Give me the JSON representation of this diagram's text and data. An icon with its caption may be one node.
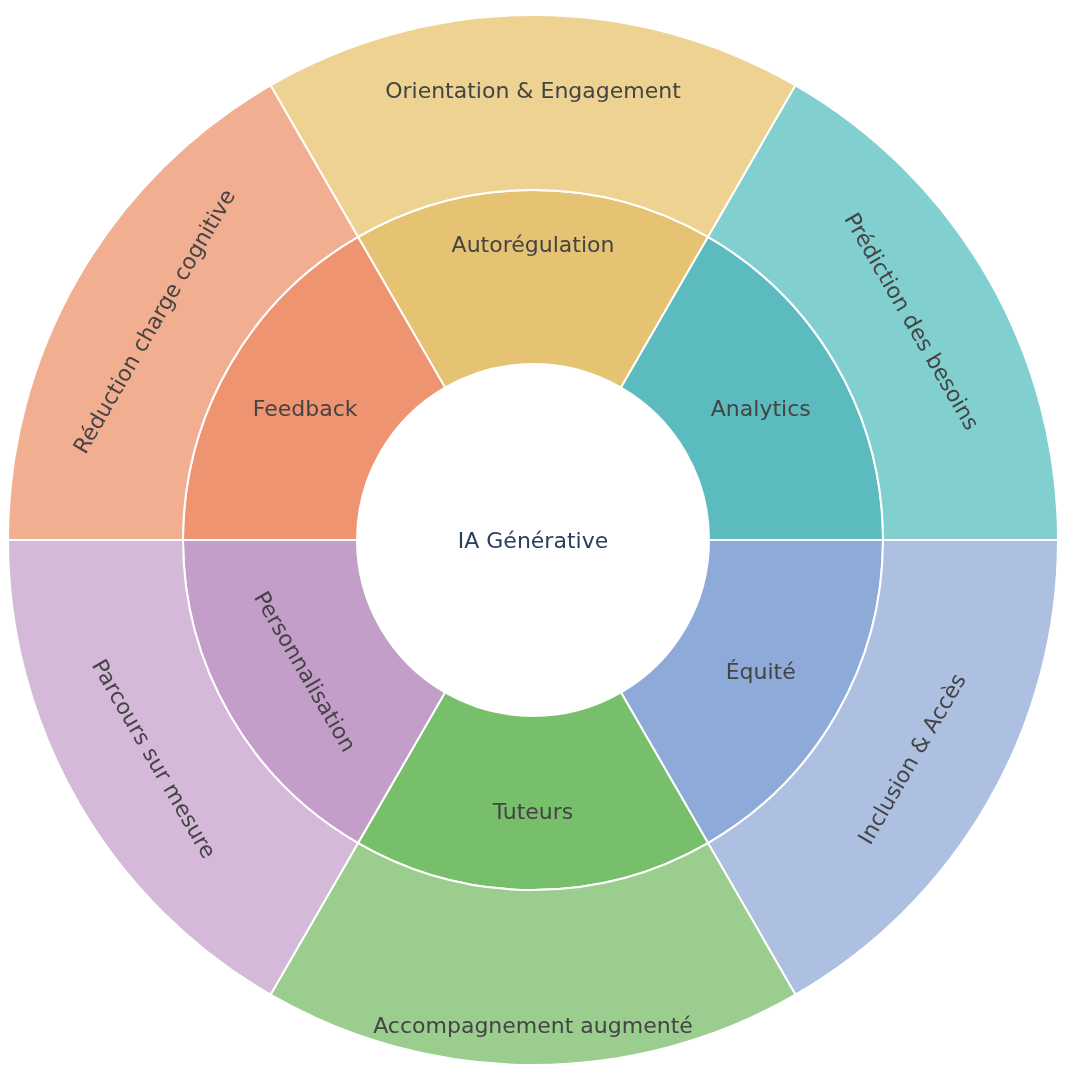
{
  "diagram": {
    "nodes": [
      {
        "text": [
          "IA Générative"
        ]
      },
      {
        "text": [
          "Autorégulation"
        ]
      },
      {
        "text": [
          "Analytics"
        ]
      },
      {
        "text": [
          "Équité"
        ]
      },
      {
        "text": [
          "Tuteurs"
        ]
      },
      {
        "text": [
          "Personnalisation"
        ]
      },
      {
        "text": [
          "Feedback"
        ]
      },
      {
        "text": [
          "Orientation & Engagement"
        ]
      },
      {
        "text": [
          "Prédiction des besoins"
        ]
      },
      {
        "text": [
          "Inclusion & Accès"
        ]
      },
      {
        "text": [
          "Accompagnement augmenté"
        ]
      },
      {
        "text": [
          "Parcours sur mesure"
        ]
      },
      {
        "text": [
          "Réduction charge cognitive"
        ]
      }
    ]
  }
}
